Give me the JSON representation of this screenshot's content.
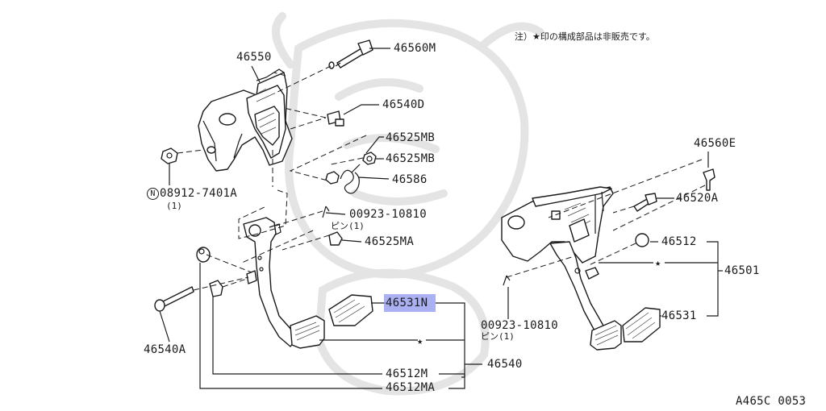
{
  "note": {
    "star": "★",
    "text": "印の構成部品は非販売です。",
    "prefix": "注）"
  },
  "labels": {
    "p46550": "46550",
    "p46560M": "46560M",
    "p46540D": "46540D",
    "p46525MB_1": "46525MB",
    "p46525MB_2": "46525MB",
    "p46586": "46586",
    "p08912": "08912-7401A",
    "p08912_qty": "(1)",
    "p08912_prefix": "N",
    "p00923_a": "00923-10810",
    "p00923_a_sub": "ピン(1)",
    "p46525MA": "46525MA",
    "p46531N": "46531N",
    "p46540A": "46540A",
    "p46512M": "46512M",
    "p46512MA": "46512MA",
    "p46540": "46540",
    "p46560E": "46560E",
    "p46520A": "46520A",
    "p46512": "46512",
    "p46501": "46501",
    "p00923_b": "00923-10810",
    "p00923_b_sub": "ピン(1)",
    "p46531": "46531",
    "star1": "★",
    "star2": "★"
  },
  "footer": {
    "code": "A465C 0053"
  },
  "highlight": {
    "part": "46531N"
  }
}
